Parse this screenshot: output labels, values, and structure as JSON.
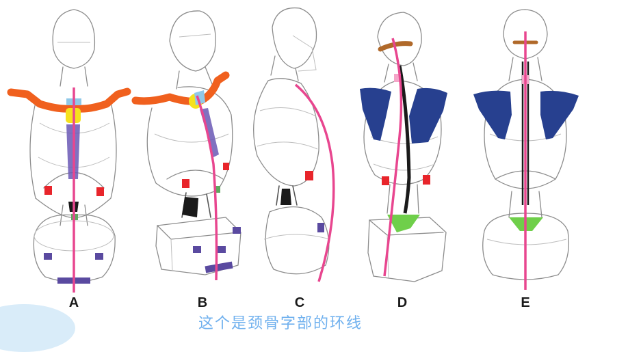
{
  "figures": [
    {
      "label": "A"
    },
    {
      "label": "B"
    },
    {
      "label": "C"
    },
    {
      "label": "D"
    },
    {
      "label": "E"
    }
  ],
  "subtitle": "这个是颈骨字部的环线",
  "colors": {
    "spine_line": "#e8468f",
    "clavicle": "#f0601e",
    "scapula": "#27408f",
    "marker_red": "#e8252b",
    "marker_purple": "#5a4aa0",
    "pelvis_green": "#6fcf4a",
    "sternum_yellow": "#f6e11d",
    "sketch_gray": "#8c8c8c"
  }
}
